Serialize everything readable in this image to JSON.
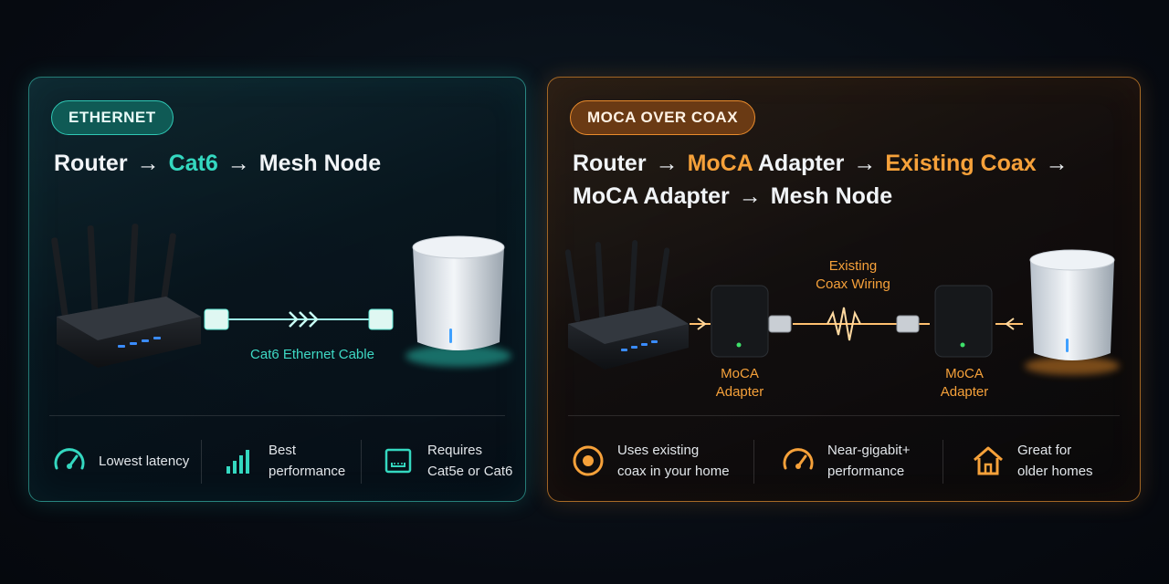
{
  "ethernet": {
    "badge": "ETHERNET",
    "path": {
      "from": "Router",
      "via": "Cat6",
      "to": "Mesh Node"
    },
    "arrow": "→",
    "cable_label": "Cat6 Ethernet Cable",
    "features": [
      {
        "icon": "speedometer-icon",
        "text": "Lowest latency"
      },
      {
        "icon": "signal-bars-icon",
        "text": "Best\nperformance"
      },
      {
        "icon": "ethernet-port-icon",
        "text": "Requires\nCat5e or Cat6"
      }
    ]
  },
  "moca": {
    "badge": "MOCA OVER COAX",
    "path": {
      "line1": [
        "Router",
        "MoCA",
        "Adapter",
        "Existing Coax"
      ],
      "line2": [
        "MoCA",
        "Adapter",
        "Mesh Node"
      ]
    },
    "arrow": "→",
    "coax_label": "Existing\nCoax Wiring",
    "adapter_label": "MoCA\nAdapter",
    "features": [
      {
        "icon": "target-icon",
        "text": "Uses existing\ncoax in your home"
      },
      {
        "icon": "speedometer-icon",
        "text": "Near-gigabit+\nperformance"
      },
      {
        "icon": "house-icon",
        "text": "Great for\nolder homes"
      }
    ]
  },
  "colors": {
    "teal": "#34d8c0",
    "orange": "#f6a13a",
    "background": "#070b12"
  }
}
